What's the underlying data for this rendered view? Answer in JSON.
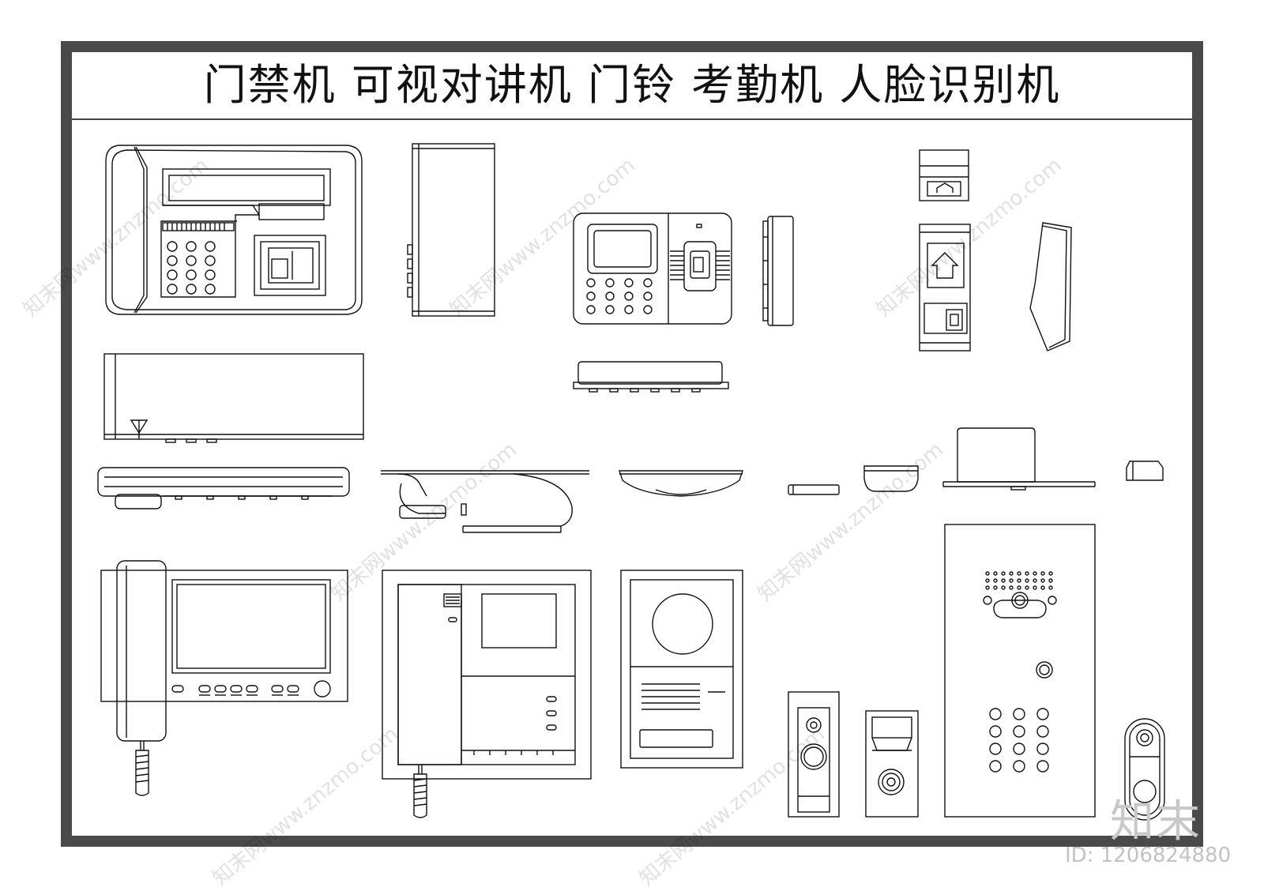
{
  "title": "门禁机  可视对讲机  门铃  考勤机  人脸识别机",
  "watermark": {
    "logo": "知末",
    "id_text": "ID: 1206824880",
    "site_text": "知末网www.znzmo.com"
  },
  "colors": {
    "frame": "#4a4a4a",
    "line": "#111111",
    "background": "#ffffff",
    "watermark": "#c8c8c8"
  }
}
